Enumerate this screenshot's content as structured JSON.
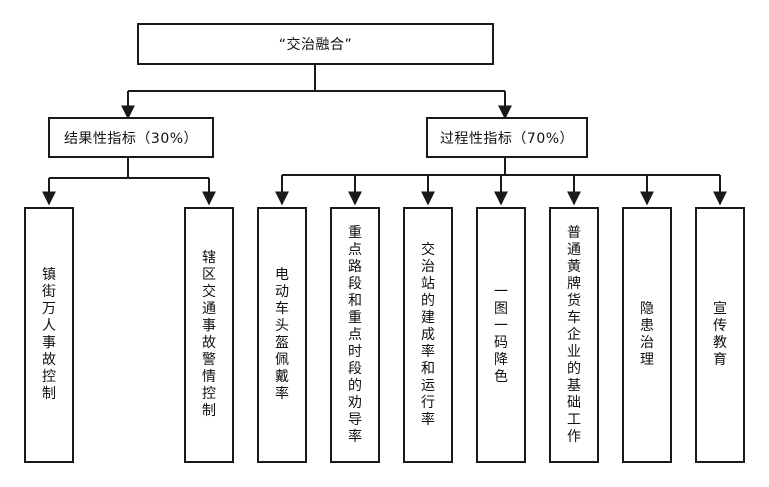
{
  "root": {
    "label": "“交治融合”"
  },
  "categories": [
    {
      "label": "结果性指标（30%）"
    },
    {
      "label": "过程性指标（70%）"
    }
  ],
  "leaves": [
    {
      "label": "镇街万人事故控制"
    },
    {
      "label": "辖区交通事故警情控制"
    },
    {
      "label": "电动车头盔佩戴率"
    },
    {
      "label": "重点路段和重点时段的劝导率"
    },
    {
      "label": "交治站的建成率和运行率"
    },
    {
      "label": "一图一码降色"
    },
    {
      "label": "普通黄牌货车企业的基础工作"
    },
    {
      "label": "隐患治理"
    },
    {
      "label": "宣传教育"
    }
  ],
  "colors": {
    "line": "#1a1a1a",
    "box_border": "#1a1a1a",
    "text": "#111111"
  }
}
